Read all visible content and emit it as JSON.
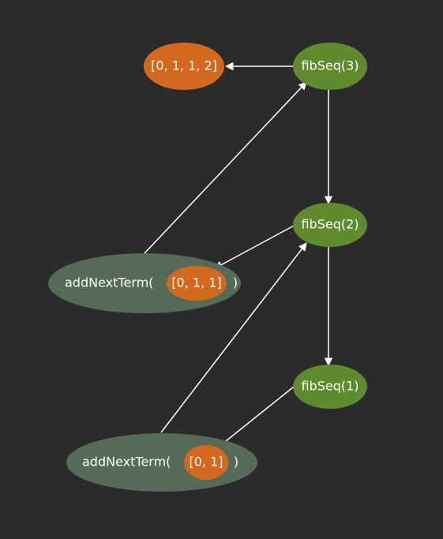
{
  "colors": {
    "background": "#2b2b2b",
    "fib_node": "#5f8a2d",
    "result_node": "#d2691e",
    "call_node": "#566b57",
    "arrow": "#ffffff",
    "text": "#ffffff"
  },
  "nodes": {
    "fib3": "fibSeq(3)",
    "fib2": "fibSeq(2)",
    "fib1": "fibSeq(1)",
    "result_final": "[0, 1, 1, 2]",
    "call_upper_prefix": "addNextTerm(",
    "call_upper_arg": "[0, 1, 1]",
    "call_upper_suffix": ")",
    "call_lower_prefix": "addNextTerm(",
    "call_lower_arg": "[0, 1]",
    "call_lower_suffix": ")"
  }
}
